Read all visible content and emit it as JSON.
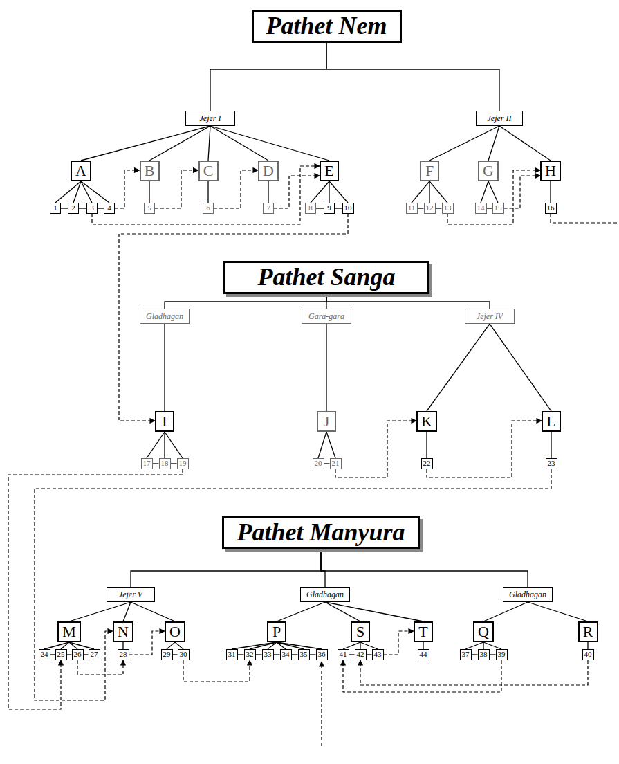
{
  "diagram": {
    "nodes": [
      {
        "text": [
          "Pathet Nem"
        ]
      },
      {
        "text": [
          "Jejer I"
        ]
      },
      {
        "text": [
          "A"
        ]
      },
      {
        "text": [
          "1"
        ]
      },
      {
        "text": [
          "2"
        ]
      },
      {
        "text": [
          "3"
        ]
      },
      {
        "text": [
          "4"
        ]
      },
      {
        "text": [
          "B"
        ]
      },
      {
        "text": [
          "5"
        ]
      },
      {
        "text": [
          "C"
        ]
      },
      {
        "text": [
          "6"
        ]
      },
      {
        "text": [
          "D"
        ]
      },
      {
        "text": [
          "7"
        ]
      },
      {
        "text": [
          "E"
        ]
      },
      {
        "text": [
          "8"
        ]
      },
      {
        "text": [
          "9"
        ]
      },
      {
        "text": [
          "10"
        ]
      },
      {
        "text": [
          "Jejer II"
        ]
      },
      {
        "text": [
          "F"
        ]
      },
      {
        "text": [
          "11"
        ]
      },
      {
        "text": [
          "12"
        ]
      },
      {
        "text": [
          "13"
        ]
      },
      {
        "text": [
          "G"
        ]
      },
      {
        "text": [
          "14"
        ]
      },
      {
        "text": [
          "15"
        ]
      },
      {
        "text": [
          "H"
        ]
      },
      {
        "text": [
          "16"
        ]
      },
      {
        "text": [
          "Pathet Sanga"
        ]
      },
      {
        "text": [
          "Gladhagan"
        ]
      },
      {
        "text": [
          "I"
        ]
      },
      {
        "text": [
          "17"
        ]
      },
      {
        "text": [
          "18"
        ]
      },
      {
        "text": [
          "19"
        ]
      },
      {
        "text": [
          "Gara-gara"
        ]
      },
      {
        "text": [
          "J"
        ]
      },
      {
        "text": [
          "20"
        ]
      },
      {
        "text": [
          "21"
        ]
      },
      {
        "text": [
          "Jejer IV"
        ]
      },
      {
        "text": [
          "K"
        ]
      },
      {
        "text": [
          "22"
        ]
      },
      {
        "text": [
          "L"
        ]
      },
      {
        "text": [
          "23"
        ]
      },
      {
        "text": [
          "Pathet Manyura"
        ]
      },
      {
        "text": [
          "Jejer V"
        ]
      },
      {
        "text": [
          "M"
        ]
      },
      {
        "text": [
          "24"
        ]
      },
      {
        "text": [
          "25"
        ]
      },
      {
        "text": [
          "26"
        ]
      },
      {
        "text": [
          "27"
        ]
      },
      {
        "text": [
          "N"
        ]
      },
      {
        "text": [
          "28"
        ]
      },
      {
        "text": [
          "O"
        ]
      },
      {
        "text": [
          "29"
        ]
      },
      {
        "text": [
          "30"
        ]
      },
      {
        "text": [
          "Gladhagan"
        ]
      },
      {
        "text": [
          "P"
        ]
      },
      {
        "text": [
          "31"
        ]
      },
      {
        "text": [
          "32"
        ]
      },
      {
        "text": [
          "33"
        ]
      },
      {
        "text": [
          "34"
        ]
      },
      {
        "text": [
          "35"
        ]
      },
      {
        "text": [
          "36"
        ]
      },
      {
        "text": [
          "S"
        ]
      },
      {
        "text": [
          "41"
        ]
      },
      {
        "text": [
          "42"
        ]
      },
      {
        "text": [
          "43"
        ]
      },
      {
        "text": [
          "T"
        ]
      },
      {
        "text": [
          "44"
        ]
      },
      {
        "text": [
          "Gladhagan"
        ]
      },
      {
        "text": [
          "Q"
        ]
      },
      {
        "text": [
          "37"
        ]
      },
      {
        "text": [
          "38"
        ]
      },
      {
        "text": [
          "39"
        ]
      },
      {
        "text": [
          "R"
        ]
      },
      {
        "text": [
          "40"
        ]
      }
    ],
    "edges": [
      {
        "from": 0,
        "to": 1,
        "arrow": "none"
      },
      {
        "from": 0,
        "to": 17,
        "arrow": "none"
      },
      {
        "from": 1,
        "to": 2,
        "arrow": "none"
      },
      {
        "from": 1,
        "to": 7,
        "arrow": "none"
      },
      {
        "from": 1,
        "to": 9,
        "arrow": "none"
      },
      {
        "from": 1,
        "to": 11,
        "arrow": "none"
      },
      {
        "from": 1,
        "to": 13,
        "arrow": "none"
      },
      {
        "from": 2,
        "to": 3,
        "arrow": "none"
      },
      {
        "from": 2,
        "to": 4,
        "arrow": "none"
      },
      {
        "from": 2,
        "to": 5,
        "arrow": "none"
      },
      {
        "from": 2,
        "to": 6,
        "arrow": "none"
      },
      {
        "from": 3,
        "to": 4,
        "arrow": "none"
      },
      {
        "from": 4,
        "to": 5,
        "arrow": "none"
      },
      {
        "from": 5,
        "to": 6,
        "arrow": "none"
      },
      {
        "from": 7,
        "to": 8,
        "arrow": "none"
      },
      {
        "from": 9,
        "to": 10,
        "arrow": "none"
      },
      {
        "from": 11,
        "to": 12,
        "arrow": "none"
      },
      {
        "from": 13,
        "to": 14,
        "arrow": "none"
      },
      {
        "from": 13,
        "to": 15,
        "arrow": "none"
      },
      {
        "from": 13,
        "to": 16,
        "arrow": "none"
      },
      {
        "from": 14,
        "to": 15,
        "arrow": "none"
      },
      {
        "from": 15,
        "to": 16,
        "arrow": "none"
      },
      {
        "from": 17,
        "to": 18,
        "arrow": "none"
      },
      {
        "from": 17,
        "to": 22,
        "arrow": "none"
      },
      {
        "from": 17,
        "to": 25,
        "arrow": "none"
      },
      {
        "from": 18,
        "to": 19,
        "arrow": "none"
      },
      {
        "from": 18,
        "to": 20,
        "arrow": "none"
      },
      {
        "from": 18,
        "to": 21,
        "arrow": "none"
      },
      {
        "from": 19,
        "to": 20,
        "arrow": "none"
      },
      {
        "from": 20,
        "to": 21,
        "arrow": "none"
      },
      {
        "from": 22,
        "to": 23,
        "arrow": "none"
      },
      {
        "from": 22,
        "to": 24,
        "arrow": "none"
      },
      {
        "from": 23,
        "to": 24,
        "arrow": "none"
      },
      {
        "from": 25,
        "to": 26,
        "arrow": "none"
      },
      {
        "from": 6,
        "to": 7,
        "arrow": "to"
      },
      {
        "from": 8,
        "to": 9,
        "arrow": "to"
      },
      {
        "from": 10,
        "to": 11,
        "arrow": "to"
      },
      {
        "from": 12,
        "to": 13,
        "arrow": "to"
      },
      {
        "from": 5,
        "to": 13,
        "arrow": "to"
      },
      {
        "from": 16,
        "to": 29,
        "arrow": "to"
      },
      {
        "from": 21,
        "to": 25,
        "arrow": "to"
      },
      {
        "from": 24,
        "to": 25,
        "arrow": "to"
      },
      {
        "from": 27,
        "to": 28,
        "arrow": "none"
      },
      {
        "from": 27,
        "to": 33,
        "arrow": "none"
      },
      {
        "from": 27,
        "to": 37,
        "arrow": "none"
      },
      {
        "from": 28,
        "to": 29,
        "arrow": "none"
      },
      {
        "from": 29,
        "to": 30,
        "arrow": "none"
      },
      {
        "from": 29,
        "to": 31,
        "arrow": "none"
      },
      {
        "from": 29,
        "to": 32,
        "arrow": "none"
      },
      {
        "from": 30,
        "to": 31,
        "arrow": "none"
      },
      {
        "from": 31,
        "to": 32,
        "arrow": "none"
      },
      {
        "from": 33,
        "to": 34,
        "arrow": "none"
      },
      {
        "from": 34,
        "to": 35,
        "arrow": "none"
      },
      {
        "from": 34,
        "to": 36,
        "arrow": "none"
      },
      {
        "from": 35,
        "to": 36,
        "arrow": "none"
      },
      {
        "from": 37,
        "to": 38,
        "arrow": "none"
      },
      {
        "from": 37,
        "to": 40,
        "arrow": "none"
      },
      {
        "from": 38,
        "to": 39,
        "arrow": "none"
      },
      {
        "from": 40,
        "to": 41,
        "arrow": "none"
      },
      {
        "from": 36,
        "to": 38,
        "arrow": "to"
      },
      {
        "from": 39,
        "to": 40,
        "arrow": "to"
      },
      {
        "from": 32,
        "to": 46,
        "arrow": "to"
      },
      {
        "from": 41,
        "to": 49,
        "arrow": "to"
      },
      {
        "from": 42,
        "to": 43,
        "arrow": "none"
      },
      {
        "from": 42,
        "to": 54,
        "arrow": "none"
      },
      {
        "from": 42,
        "to": 68,
        "arrow": "none"
      },
      {
        "from": 43,
        "to": 44,
        "arrow": "none"
      },
      {
        "from": 43,
        "to": 49,
        "arrow": "none"
      },
      {
        "from": 43,
        "to": 51,
        "arrow": "none"
      },
      {
        "from": 44,
        "to": 45,
        "arrow": "none"
      },
      {
        "from": 44,
        "to": 46,
        "arrow": "none"
      },
      {
        "from": 44,
        "to": 47,
        "arrow": "none"
      },
      {
        "from": 44,
        "to": 48,
        "arrow": "none"
      },
      {
        "from": 45,
        "to": 46,
        "arrow": "none"
      },
      {
        "from": 46,
        "to": 47,
        "arrow": "none"
      },
      {
        "from": 47,
        "to": 48,
        "arrow": "none"
      },
      {
        "from": 49,
        "to": 50,
        "arrow": "none"
      },
      {
        "from": 51,
        "to": 52,
        "arrow": "none"
      },
      {
        "from": 51,
        "to": 53,
        "arrow": "none"
      },
      {
        "from": 52,
        "to": 53,
        "arrow": "none"
      },
      {
        "from": 54,
        "to": 55,
        "arrow": "none"
      },
      {
        "from": 54,
        "to": 62,
        "arrow": "none"
      },
      {
        "from": 54,
        "to": 66,
        "arrow": "none"
      },
      {
        "from": 55,
        "to": 56,
        "arrow": "none"
      },
      {
        "from": 55,
        "to": 57,
        "arrow": "none"
      },
      {
        "from": 55,
        "to": 58,
        "arrow": "none"
      },
      {
        "from": 55,
        "to": 59,
        "arrow": "none"
      },
      {
        "from": 55,
        "to": 60,
        "arrow": "none"
      },
      {
        "from": 55,
        "to": 61,
        "arrow": "none"
      },
      {
        "from": 56,
        "to": 57,
        "arrow": "none"
      },
      {
        "from": 57,
        "to": 58,
        "arrow": "none"
      },
      {
        "from": 58,
        "to": 59,
        "arrow": "none"
      },
      {
        "from": 59,
        "to": 60,
        "arrow": "none"
      },
      {
        "from": 60,
        "to": 61,
        "arrow": "none"
      },
      {
        "from": 62,
        "to": 63,
        "arrow": "none"
      },
      {
        "from": 62,
        "to": 64,
        "arrow": "none"
      },
      {
        "from": 62,
        "to": 65,
        "arrow": "none"
      },
      {
        "from": 63,
        "to": 64,
        "arrow": "none"
      },
      {
        "from": 64,
        "to": 65,
        "arrow": "none"
      },
      {
        "from": 66,
        "to": 67,
        "arrow": "none"
      },
      {
        "from": 68,
        "to": 69,
        "arrow": "none"
      },
      {
        "from": 68,
        "to": 73,
        "arrow": "none"
      },
      {
        "from": 69,
        "to": 70,
        "arrow": "none"
      },
      {
        "from": 69,
        "to": 71,
        "arrow": "none"
      },
      {
        "from": 69,
        "to": 72,
        "arrow": "none"
      },
      {
        "from": 70,
        "to": 71,
        "arrow": "none"
      },
      {
        "from": 71,
        "to": 72,
        "arrow": "none"
      },
      {
        "from": 73,
        "to": 74,
        "arrow": "none"
      },
      {
        "from": 47,
        "to": 50,
        "arrow": "to"
      },
      {
        "from": 50,
        "to": 51,
        "arrow": "to"
      },
      {
        "from": 53,
        "to": 57,
        "arrow": "to"
      },
      {
        "from": 65,
        "to": 66,
        "arrow": "to"
      },
      {
        "from": 72,
        "to": 63,
        "arrow": "to"
      },
      {
        "from": 74,
        "to": 64,
        "arrow": "to"
      }
    ]
  }
}
